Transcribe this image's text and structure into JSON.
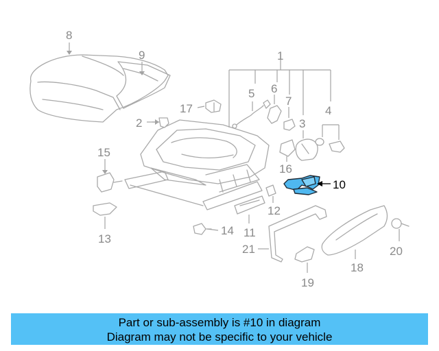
{
  "callouts": {
    "c1": "1",
    "c2": "2",
    "c3": "3",
    "c4": "4",
    "c5": "5",
    "c6": "6",
    "c7": "7",
    "c8": "8",
    "c9": "9",
    "c10": "10",
    "c11": "11",
    "c12": "12",
    "c13": "13",
    "c14": "14",
    "c15": "15",
    "c16": "16",
    "c17": "17",
    "c18": "18",
    "c19": "19",
    "c20": "20",
    "c21": "21"
  },
  "highlight": {
    "part": "10",
    "color": "#4fb8f0"
  },
  "banner": {
    "line1": "Part or sub-assembly is #10 in diagram",
    "line2": "Diagram may not be specific to your vehicle",
    "color": "#54c1f6"
  }
}
